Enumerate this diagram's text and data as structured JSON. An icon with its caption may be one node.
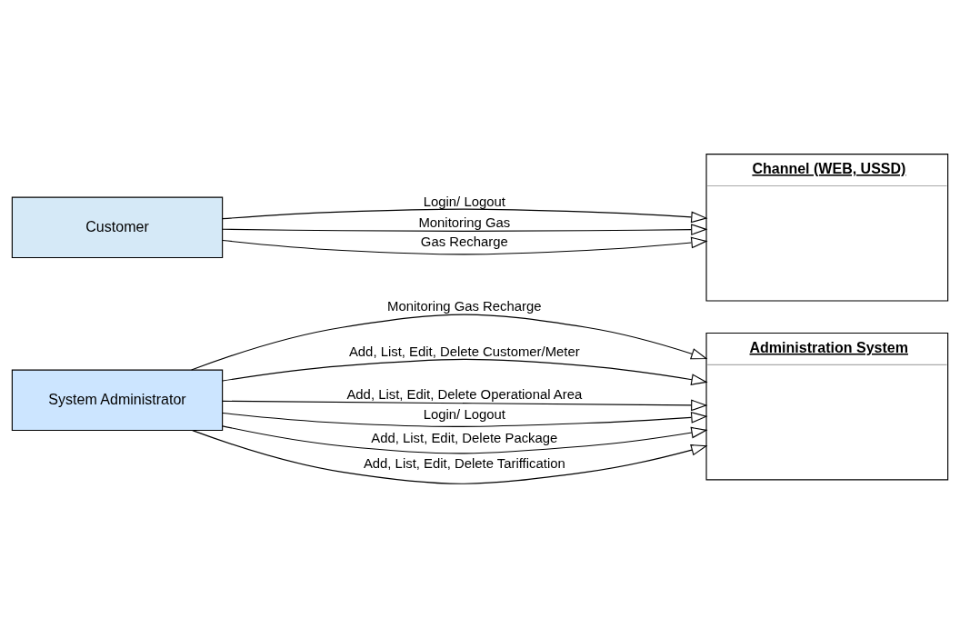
{
  "diagram": {
    "nodes": [
      {
        "text": [
          "System Administrator"
        ]
      },
      {
        "text": [
          "Administration System"
        ]
      },
      {
        "text": [
          "Customer"
        ]
      },
      {
        "text": [
          "Channel (WEB, USSD)"
        ]
      }
    ],
    "edges": [
      {
        "from": 0,
        "to": 1,
        "arrow": "to",
        "label": "Monitoring Gas Recharge"
      },
      {
        "from": 0,
        "to": 1,
        "arrow": "to",
        "label": "Add, List, Edit, Delete Customer/Meter"
      },
      {
        "from": 0,
        "to": 1,
        "arrow": "to",
        "label": "Add, List, Edit, Delete Operational Area"
      },
      {
        "from": 0,
        "to": 1,
        "arrow": "to",
        "label": "Login/ Logout"
      },
      {
        "from": 0,
        "to": 1,
        "arrow": "to",
        "label": "Add, List, Edit, Delete Package"
      },
      {
        "from": 0,
        "to": 1,
        "arrow": "to",
        "label": "Add, List, Edit, Delete Tariffication"
      },
      {
        "from": 2,
        "to": 3,
        "arrow": "to",
        "label": "Login/ Logout"
      },
      {
        "from": 2,
        "to": 3,
        "arrow": "to",
        "label": "Monitoring Gas"
      },
      {
        "from": 2,
        "to": 3,
        "arrow": "to",
        "label": "Gas Recharge"
      }
    ]
  }
}
